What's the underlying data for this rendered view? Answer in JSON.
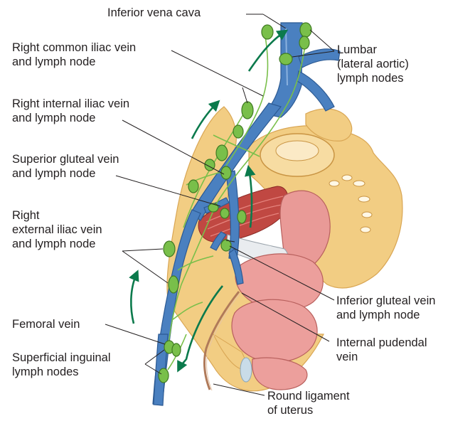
{
  "labels": {
    "ivc": "Inferior vena cava",
    "lumbar": [
      "Lumbar",
      "(lateral aortic)",
      "lymph nodes"
    ],
    "rt_common_iliac": [
      "Right common iliac vein",
      "and lymph node"
    ],
    "rt_internal_iliac": [
      "Right internal iliac vein",
      "and lymph node"
    ],
    "sup_gluteal": [
      "Superior gluteal vein",
      "and lymph node"
    ],
    "rt_external_iliac": [
      "Right",
      "external iliac vein",
      "and lymph node"
    ],
    "femoral": "Femoral vein",
    "sup_inguinal": [
      "Superficial inguinal",
      "lymph nodes"
    ],
    "inf_gluteal": [
      "Inferior gluteal vein",
      "and lymph node"
    ],
    "int_pudendal": [
      "Internal pudendal",
      "vein"
    ],
    "round_lig": [
      "Round ligament",
      "of uterus"
    ]
  },
  "colors": {
    "vein": "#4a80c0",
    "vein_dark": "#2c5a93",
    "lymph_node": "#79bf4a",
    "lymph_vessel": "#79bf4a",
    "flow_arrow": "#0b7a4c",
    "bone": "#f2cd83",
    "bone_dark": "#d9a654",
    "uterus": "#e99a97",
    "muscle": "#b8413c",
    "leader": "#231f20"
  }
}
